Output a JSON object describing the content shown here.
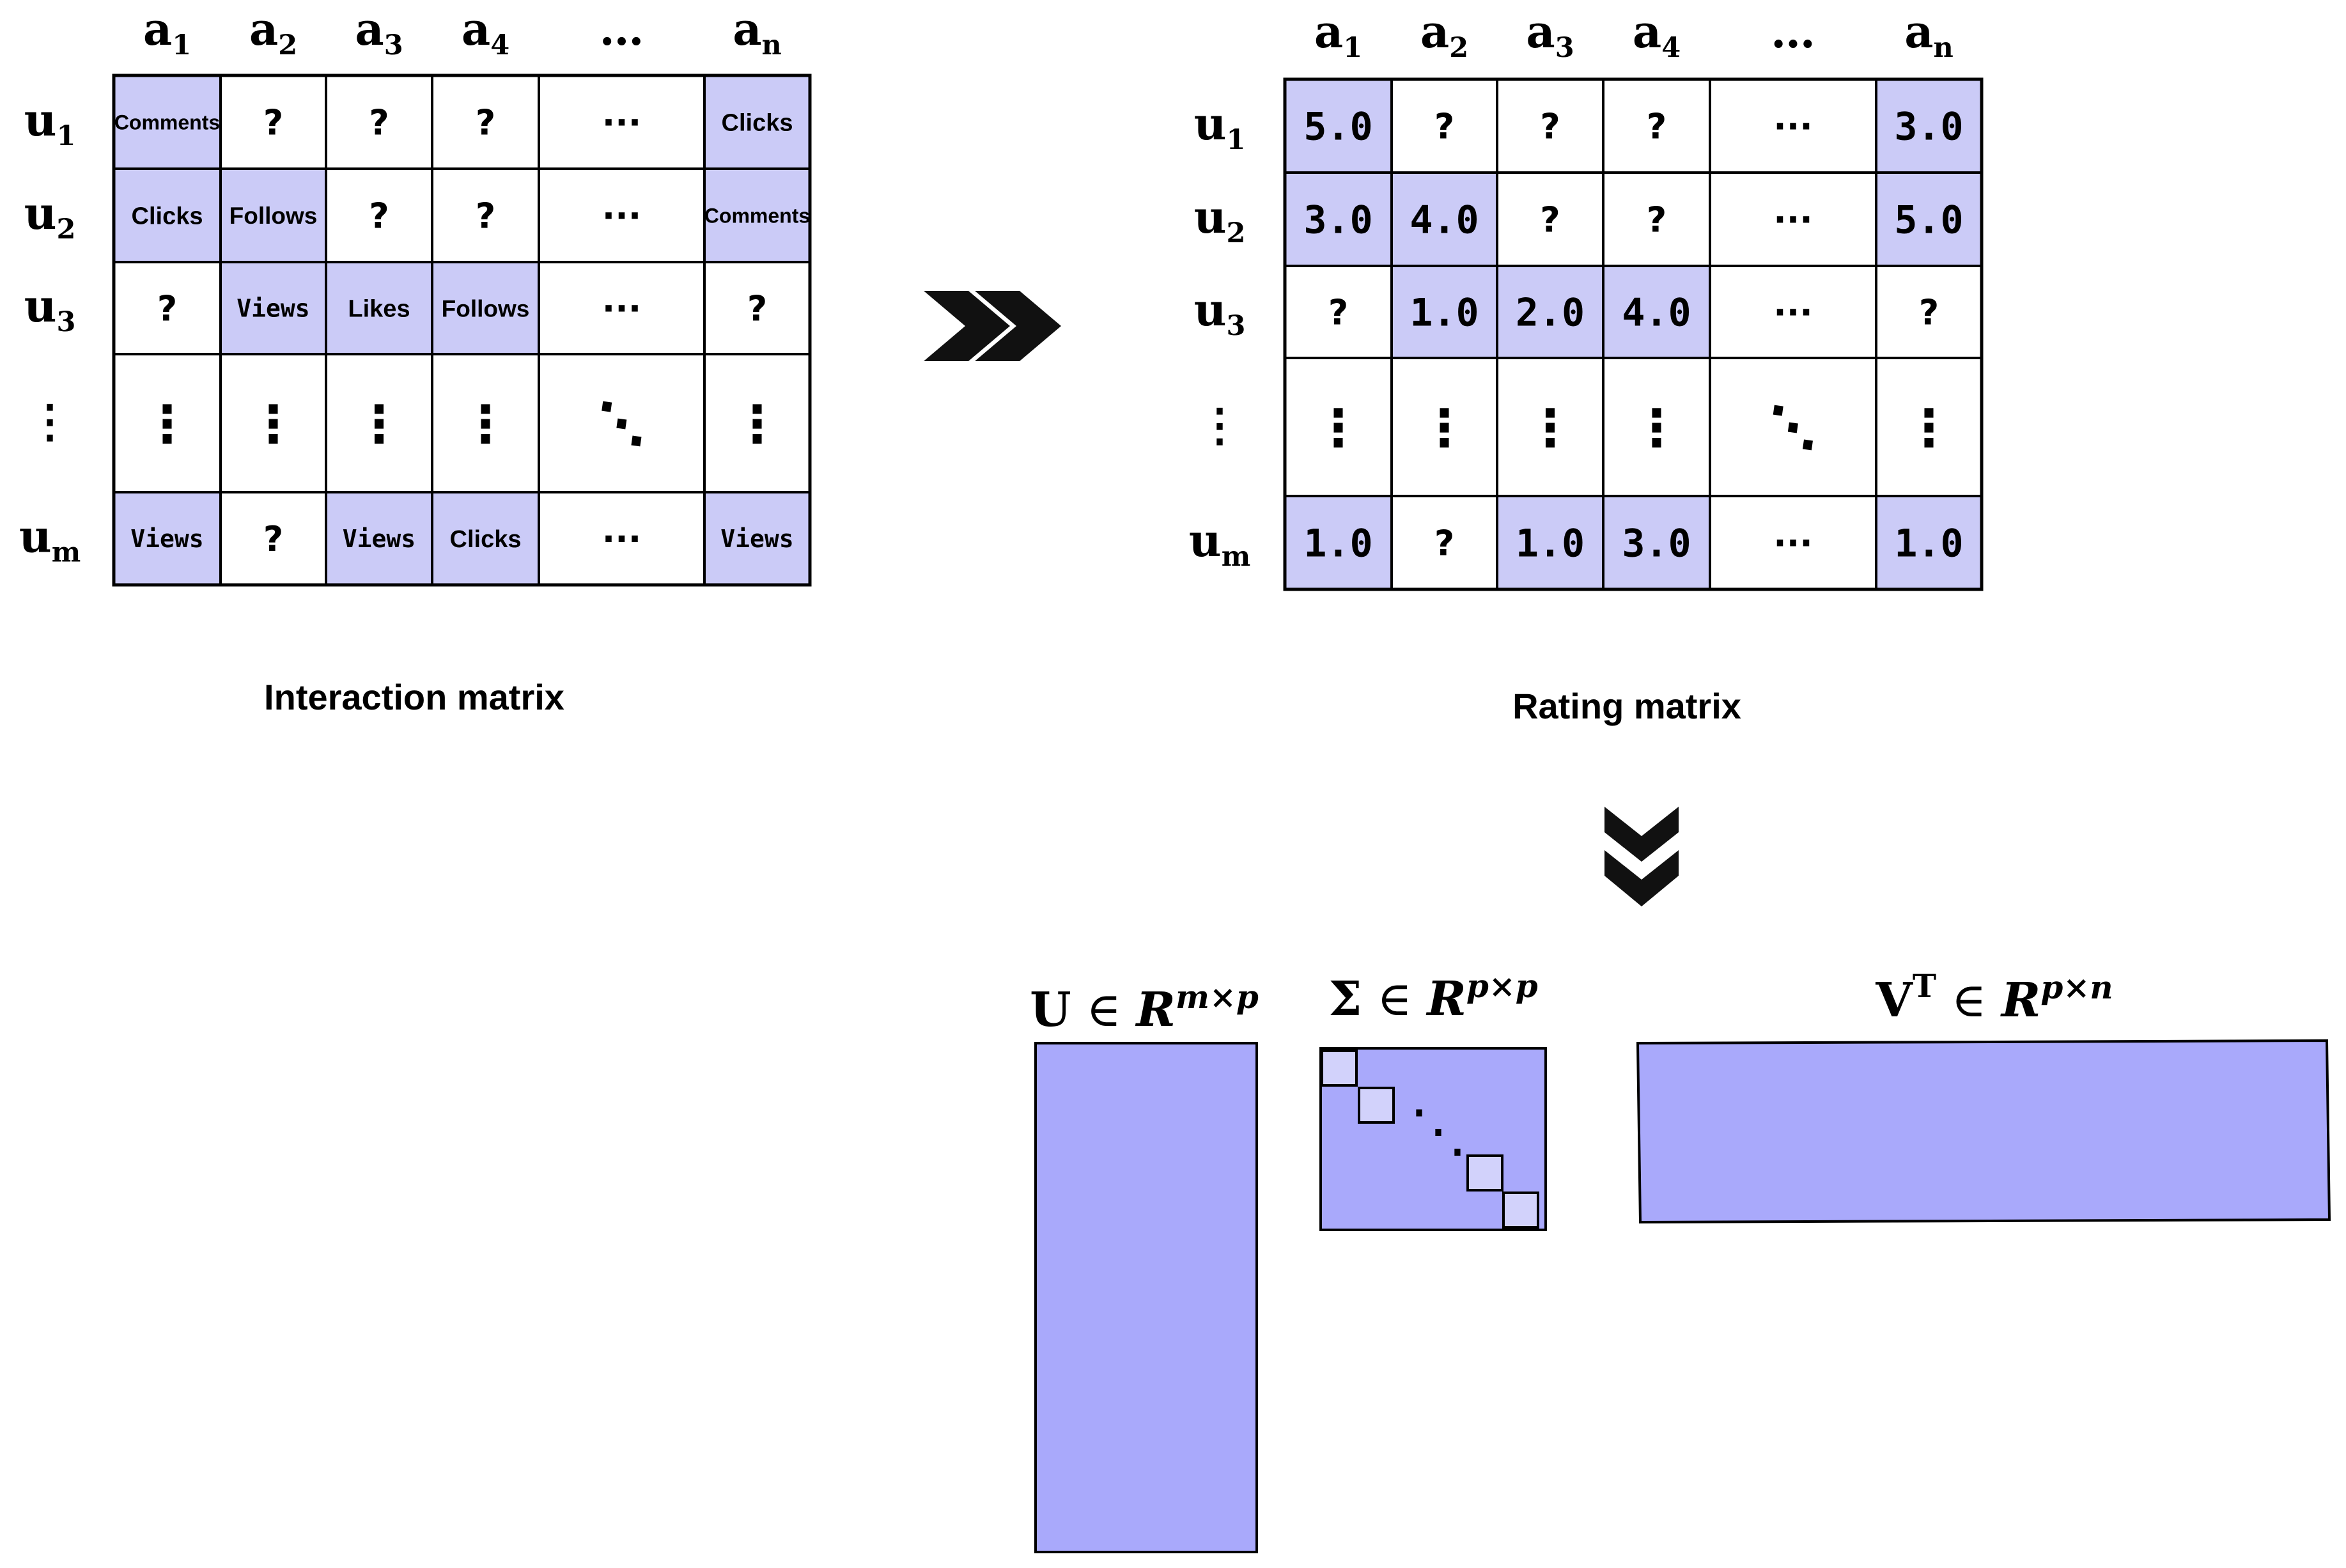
{
  "colors": {
    "filled": "#cbcbf7",
    "factor": "#a9a9fb",
    "small_box": "#d2d2fb",
    "line": "#000000",
    "background": "#ffffff"
  },
  "interaction_matrix": {
    "caption": "Interaction matrix",
    "col_headers": [
      {
        "base": "a",
        "sub": "1"
      },
      {
        "base": "a",
        "sub": "2"
      },
      {
        "base": "a",
        "sub": "3"
      },
      {
        "base": "a",
        "sub": "4"
      },
      {
        "base": "…",
        "sub": ""
      },
      {
        "base": "a",
        "sub": "n"
      }
    ],
    "row_headers": [
      {
        "base": "u",
        "sub": "1"
      },
      {
        "base": "u",
        "sub": "2"
      },
      {
        "base": "u",
        "sub": "3"
      },
      {
        "base": "⋮",
        "sub": ""
      },
      {
        "base": "u",
        "sub": "m"
      }
    ],
    "rows": [
      [
        {
          "text": "Comments",
          "filled": true,
          "style": "word"
        },
        {
          "text": "?",
          "filled": false,
          "style": "q"
        },
        {
          "text": "?",
          "filled": false,
          "style": "q"
        },
        {
          "text": "?",
          "filled": false,
          "style": "q"
        },
        {
          "text": "···",
          "filled": false,
          "style": "dots"
        },
        {
          "text": "Clicks",
          "filled": true,
          "style": "word"
        }
      ],
      [
        {
          "text": "Clicks",
          "filled": true,
          "style": "word"
        },
        {
          "text": "Follows",
          "filled": true,
          "style": "word"
        },
        {
          "text": "?",
          "filled": false,
          "style": "q"
        },
        {
          "text": "?",
          "filled": false,
          "style": "q"
        },
        {
          "text": "···",
          "filled": false,
          "style": "dots"
        },
        {
          "text": "Comments",
          "filled": true,
          "style": "word"
        }
      ],
      [
        {
          "text": "?",
          "filled": false,
          "style": "q"
        },
        {
          "text": "Views",
          "filled": true,
          "style": "mono"
        },
        {
          "text": "Likes",
          "filled": true,
          "style": "word"
        },
        {
          "text": "Follows",
          "filled": true,
          "style": "word"
        },
        {
          "text": "···",
          "filled": false,
          "style": "dots"
        },
        {
          "text": "?",
          "filled": false,
          "style": "q"
        }
      ],
      [
        {
          "text": "⋮",
          "filled": false,
          "style": "vdots"
        },
        {
          "text": "⋮",
          "filled": false,
          "style": "vdots"
        },
        {
          "text": "⋮",
          "filled": false,
          "style": "vdots"
        },
        {
          "text": "⋮",
          "filled": false,
          "style": "vdots"
        },
        {
          "text": "⋱",
          "filled": false,
          "style": "ddots"
        },
        {
          "text": "⋮",
          "filled": false,
          "style": "vdots"
        }
      ],
      [
        {
          "text": "Views",
          "filled": true,
          "style": "mono"
        },
        {
          "text": "?",
          "filled": false,
          "style": "q"
        },
        {
          "text": "Views",
          "filled": true,
          "style": "mono"
        },
        {
          "text": "Clicks",
          "filled": true,
          "style": "word"
        },
        {
          "text": "···",
          "filled": false,
          "style": "dots"
        },
        {
          "text": "Views",
          "filled": true,
          "style": "mono"
        }
      ]
    ]
  },
  "rating_matrix": {
    "caption": "Rating matrix",
    "col_headers": [
      {
        "base": "a",
        "sub": "1"
      },
      {
        "base": "a",
        "sub": "2"
      },
      {
        "base": "a",
        "sub": "3"
      },
      {
        "base": "a",
        "sub": "4"
      },
      {
        "base": "…",
        "sub": ""
      },
      {
        "base": "a",
        "sub": "n"
      }
    ],
    "row_headers": [
      {
        "base": "u",
        "sub": "1"
      },
      {
        "base": "u",
        "sub": "2"
      },
      {
        "base": "u",
        "sub": "3"
      },
      {
        "base": "⋮",
        "sub": ""
      },
      {
        "base": "u",
        "sub": "m"
      }
    ],
    "rows": [
      [
        {
          "text": "5.0",
          "filled": true,
          "style": "num"
        },
        {
          "text": "?",
          "filled": false,
          "style": "q"
        },
        {
          "text": "?",
          "filled": false,
          "style": "q"
        },
        {
          "text": "?",
          "filled": false,
          "style": "q"
        },
        {
          "text": "···",
          "filled": false,
          "style": "dots"
        },
        {
          "text": "3.0",
          "filled": true,
          "style": "num"
        }
      ],
      [
        {
          "text": "3.0",
          "filled": true,
          "style": "num"
        },
        {
          "text": "4.0",
          "filled": true,
          "style": "num"
        },
        {
          "text": "?",
          "filled": false,
          "style": "q"
        },
        {
          "text": "?",
          "filled": false,
          "style": "q"
        },
        {
          "text": "···",
          "filled": false,
          "style": "dots"
        },
        {
          "text": "5.0",
          "filled": true,
          "style": "num"
        }
      ],
      [
        {
          "text": "?",
          "filled": false,
          "style": "q"
        },
        {
          "text": "1.0",
          "filled": true,
          "style": "num"
        },
        {
          "text": "2.0",
          "filled": true,
          "style": "num"
        },
        {
          "text": "4.0",
          "filled": true,
          "style": "num"
        },
        {
          "text": "···",
          "filled": false,
          "style": "dots"
        },
        {
          "text": "?",
          "filled": false,
          "style": "q"
        }
      ],
      [
        {
          "text": "⋮",
          "filled": false,
          "style": "vdots"
        },
        {
          "text": "⋮",
          "filled": false,
          "style": "vdots"
        },
        {
          "text": "⋮",
          "filled": false,
          "style": "vdots"
        },
        {
          "text": "⋮",
          "filled": false,
          "style": "vdots"
        },
        {
          "text": "⋱",
          "filled": false,
          "style": "ddots"
        },
        {
          "text": "⋮",
          "filled": false,
          "style": "vdots"
        }
      ],
      [
        {
          "text": "1.0",
          "filled": true,
          "style": "num"
        },
        {
          "text": "?",
          "filled": false,
          "style": "q"
        },
        {
          "text": "1.0",
          "filled": true,
          "style": "num"
        },
        {
          "text": "3.0",
          "filled": true,
          "style": "num"
        },
        {
          "text": "···",
          "filled": false,
          "style": "dots"
        },
        {
          "text": "1.0",
          "filled": true,
          "style": "num"
        }
      ]
    ]
  },
  "svd": {
    "u_label": {
      "base": "U",
      "rel": " ∈ ",
      "set": "R",
      "sup": "m×p"
    },
    "sigma_label": {
      "base": "Σ",
      "rel": " ∈ ",
      "set": "R",
      "sup": "p×p"
    },
    "vt_label": {
      "base": "V",
      "base_sup": "T",
      "rel": " ∈ ",
      "set": "R",
      "sup": "p×n"
    },
    "sigma_dots": "⋱"
  },
  "icons": {
    "right_arrow": "double-chevron-right-icon",
    "down_arrow": "double-chevron-down-icon"
  }
}
